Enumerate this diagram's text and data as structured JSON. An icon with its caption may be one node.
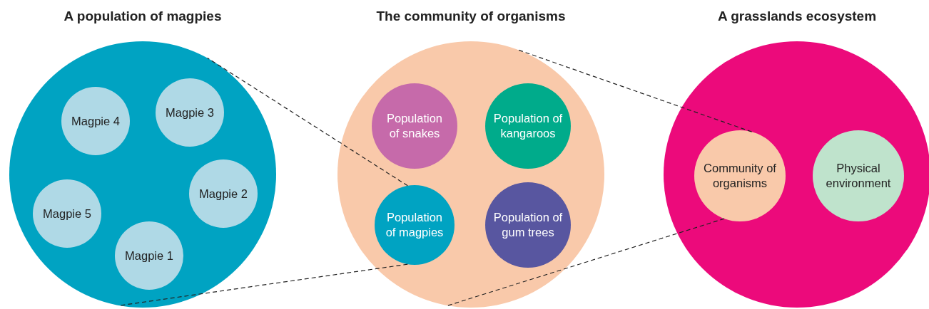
{
  "diagram": {
    "nodes": [
      {
        "text": [
          "A population of magpies"
        ]
      },
      {
        "text": [
          "Magpie 4"
        ],
        "in": 0
      },
      {
        "text": [
          "Magpie 3"
        ],
        "in": 0
      },
      {
        "text": [
          "Magpie 2"
        ],
        "in": 0
      },
      {
        "text": [
          "Magpie 5"
        ],
        "in": 0
      },
      {
        "text": [
          "Magpie 1"
        ],
        "in": 0
      },
      {
        "text": [
          "The community of organisms"
        ]
      },
      {
        "text": [
          "Population of snakes"
        ],
        "in": 6
      },
      {
        "text": [
          "Population of kangaroos"
        ],
        "in": 6
      },
      {
        "text": [
          "Population of magpies"
        ],
        "in": 6
      },
      {
        "text": [
          "Population of gum trees"
        ],
        "in": 6
      },
      {
        "text": [
          "A grasslands ecosystem"
        ]
      },
      {
        "text": [
          "Community of organisms"
        ],
        "in": 11
      },
      {
        "text": [
          "Physical environment"
        ],
        "in": 11
      }
    ],
    "edges": [
      {
        "from": 9,
        "to": 0,
        "arrow": "none",
        "style": "dashed"
      },
      {
        "from": 9,
        "to": 0,
        "arrow": "none",
        "style": "dashed"
      },
      {
        "from": 12,
        "to": 6,
        "arrow": "none",
        "style": "dashed"
      },
      {
        "from": 12,
        "to": 6,
        "arrow": "none",
        "style": "dashed"
      }
    ]
  }
}
